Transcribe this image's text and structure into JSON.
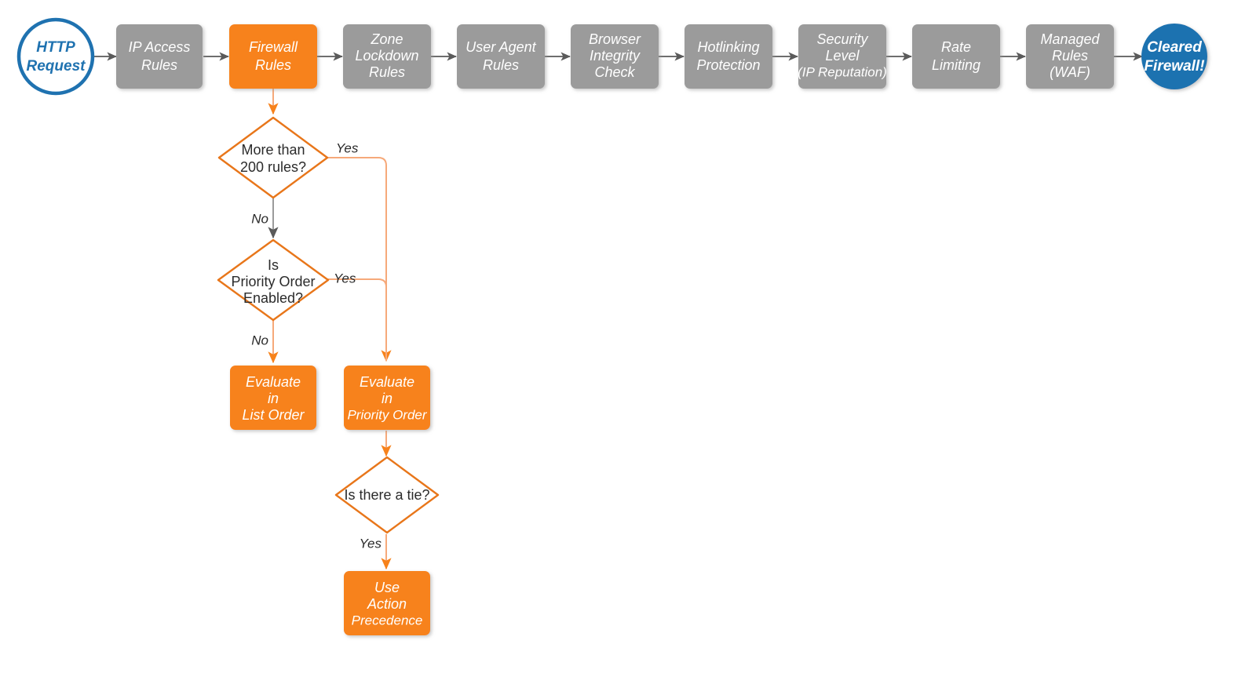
{
  "diagram": {
    "title": "Cloudflare Firewall Request Evaluation Order",
    "type": "flowchart",
    "colors": {
      "orange_fill": "#F7821B",
      "orange_stroke": "#E8761A",
      "orange_connector": "#F6A97A",
      "gray_fill": "#9B9B9B",
      "gray_connector": "#5A5A5A",
      "blue_fill": "#1F72B0",
      "blue_stroke": "#1F72B0",
      "white": "#FFFFFF",
      "text_dark": "#2B2B2B"
    }
  },
  "pipeline": {
    "start": {
      "id": "http-request",
      "shape": "circle",
      "lines": [
        "HTTP",
        "Request"
      ],
      "style": "outline-blue"
    },
    "stages": [
      {
        "id": "ip-access-rules",
        "lines": [
          "IP Access",
          "Rules"
        ],
        "style": "gray"
      },
      {
        "id": "firewall-rules",
        "lines": [
          "Firewall",
          "Rules"
        ],
        "style": "orange"
      },
      {
        "id": "zone-lockdown-rules",
        "lines": [
          "Zone",
          "Lockdown",
          "Rules"
        ],
        "style": "gray"
      },
      {
        "id": "user-agent-rules",
        "lines": [
          "User Agent",
          "Rules"
        ],
        "style": "gray"
      },
      {
        "id": "browser-integrity-check",
        "lines": [
          "Browser",
          "Integrity",
          "Check"
        ],
        "style": "gray"
      },
      {
        "id": "hotlinking-protection",
        "lines": [
          "Hotlinking",
          "Protection"
        ],
        "style": "gray"
      },
      {
        "id": "security-level",
        "lines": [
          "Security",
          "Level",
          "(IP Reputation)"
        ],
        "style": "gray"
      },
      {
        "id": "rate-limiting",
        "lines": [
          "Rate",
          "Limiting"
        ],
        "style": "gray"
      },
      {
        "id": "managed-rules-waf",
        "lines": [
          "Managed",
          "Rules",
          "(WAF)"
        ],
        "style": "gray"
      }
    ],
    "end": {
      "id": "cleared-firewall",
      "shape": "circle",
      "lines": [
        "Cleared",
        "Firewall!"
      ],
      "style": "filled-blue"
    }
  },
  "branch": {
    "decisions": [
      {
        "id": "more-than-200-rules",
        "lines": [
          "More than",
          "200 rules?"
        ]
      },
      {
        "id": "is-priority-order-enabled",
        "lines": [
          "Is",
          "Priority Order",
          "Enabled?"
        ]
      },
      {
        "id": "is-there-a-tie",
        "lines": [
          "Is there a tie?"
        ]
      }
    ],
    "actions": [
      {
        "id": "evaluate-in-list-order",
        "lines": [
          "Evaluate",
          "in",
          "List Order"
        ]
      },
      {
        "id": "evaluate-in-priority-order",
        "lines": [
          "Evaluate",
          "in",
          "Priority Order"
        ]
      },
      {
        "id": "use-action-precedence",
        "lines": [
          "Use",
          "Action",
          "Precedence"
        ]
      }
    ],
    "edge_labels": {
      "yes_200_rules": "Yes",
      "no_200_rules": "No",
      "yes_priority_order": "Yes",
      "no_priority_order": "No",
      "yes_tie": "Yes"
    }
  }
}
